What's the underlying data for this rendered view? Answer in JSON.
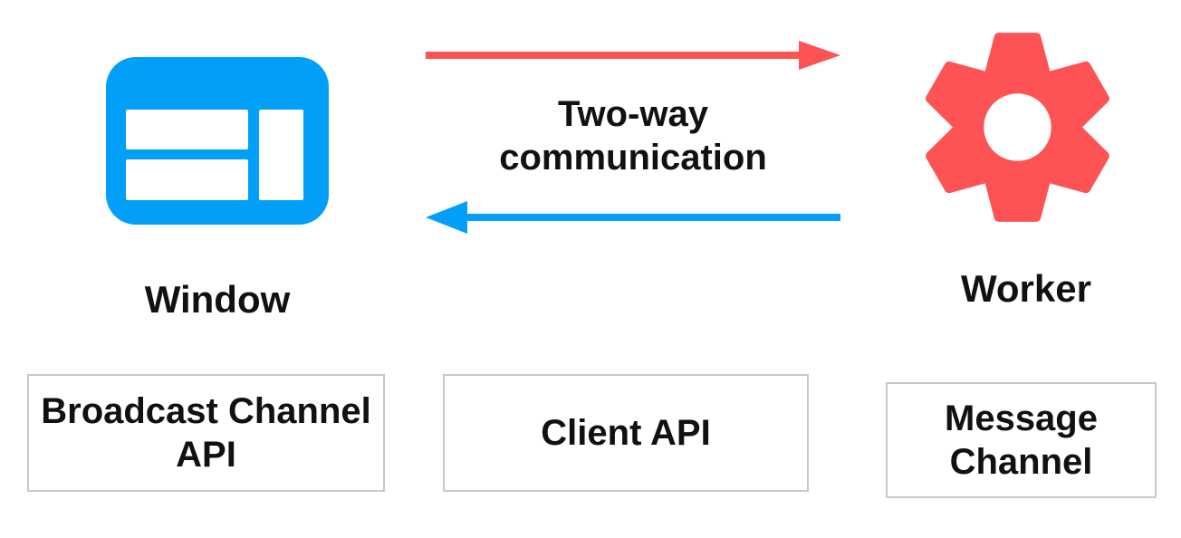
{
  "colors": {
    "blue": "#019ff8",
    "red": "#fd5354",
    "box_border": "#c9c9c9",
    "text": "#111111",
    "background": "#ffffff"
  },
  "nodes": {
    "window": {
      "label": "Window",
      "icon": "browser-window-icon",
      "color": "#019ff8"
    },
    "worker": {
      "label": "Worker",
      "icon": "gear-icon",
      "color": "#fd5354"
    }
  },
  "connection": {
    "label": "Two-way communication",
    "arrows": [
      {
        "name": "window-to-worker",
        "direction": "right",
        "color": "#fd5354"
      },
      {
        "name": "worker-to-window",
        "direction": "left",
        "color": "#019ff8"
      }
    ]
  },
  "api_boxes": [
    {
      "label": "Broadcast Channel API"
    },
    {
      "label": "Client API"
    },
    {
      "label": "Message Channel"
    }
  ]
}
